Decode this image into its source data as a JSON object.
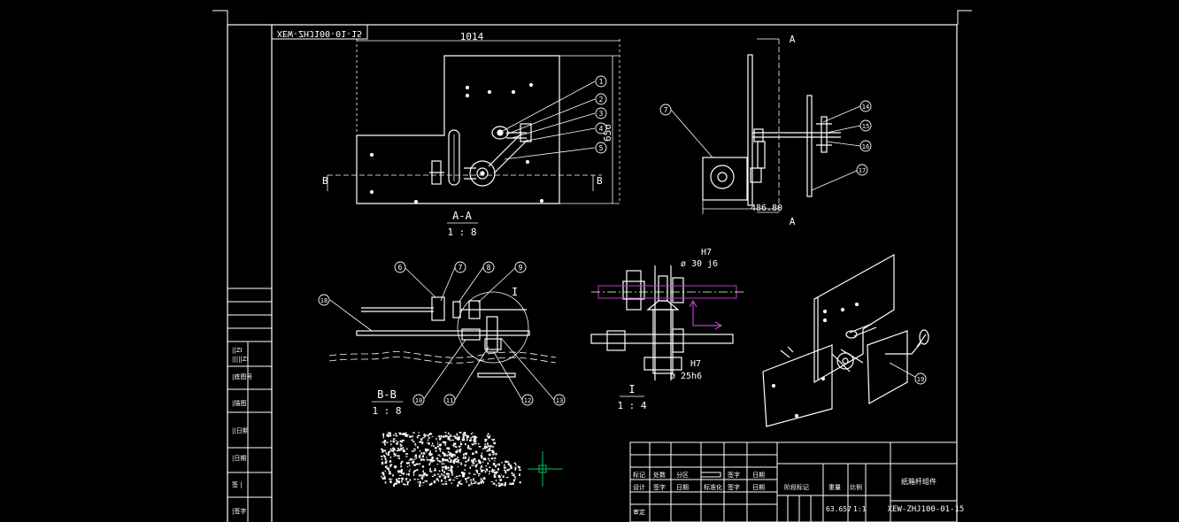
{
  "drawing": {
    "code_rotated": "XEW-ZHJ100-01-15",
    "dims": {
      "width_top": "1014",
      "height_right": "650",
      "base_width": "486.80"
    },
    "section_marks": {
      "a_top": "A",
      "a_bottom": "A",
      "b_left": "B",
      "b_right": "B",
      "detail": "I"
    },
    "views": {
      "aa_title": "A-A",
      "aa_scale": "1 : 8",
      "bb_title": "B-B",
      "bb_scale": "1 : 8",
      "detail_title": "I",
      "detail_scale": "1 : 4"
    },
    "fits": {
      "upper_tol": "H7",
      "upper_dia": "ø 30 j6",
      "lower_tol": "H7",
      "lower_dia": "ø 25h6"
    },
    "balloons": {
      "b1": "1",
      "b2": "2",
      "b3": "3",
      "b4": "4",
      "b5": "5",
      "b6": "6",
      "b7": "7",
      "b8": "8",
      "b9": "9",
      "b10": "10",
      "b11": "11",
      "b12": "12",
      "b13": "13",
      "b14": "14",
      "b15": "15",
      "b16": "16",
      "b17": "17",
      "b18": "18",
      "b19": "19"
    }
  },
  "left_strip": {
    "labels": [
      "||ZI",
      "|||||ZI",
      "|底图号",
      "|描图",
      "||日期",
      "|日期",
      "签 |",
      "|签字"
    ]
  },
  "title_block": {
    "row1": [
      "标记",
      "处数",
      "分区",
      "",
      "签字",
      "日期"
    ],
    "row2": [
      "设计",
      "签字",
      "日期",
      "标准化",
      "签字",
      "日期"
    ],
    "row3_label": "审定",
    "stage_label": "阶段标记",
    "weight_label": "重量",
    "scale_label": "比例",
    "weight_value": "63.657",
    "scale_value": "1:1",
    "name": "纸箱杆组件",
    "code": "XEW-ZHJ100-01-15"
  },
  "colors": {
    "lines": "#ffffff",
    "background": "#000000",
    "axis": "#c040c0",
    "ucs": "#00c060"
  }
}
